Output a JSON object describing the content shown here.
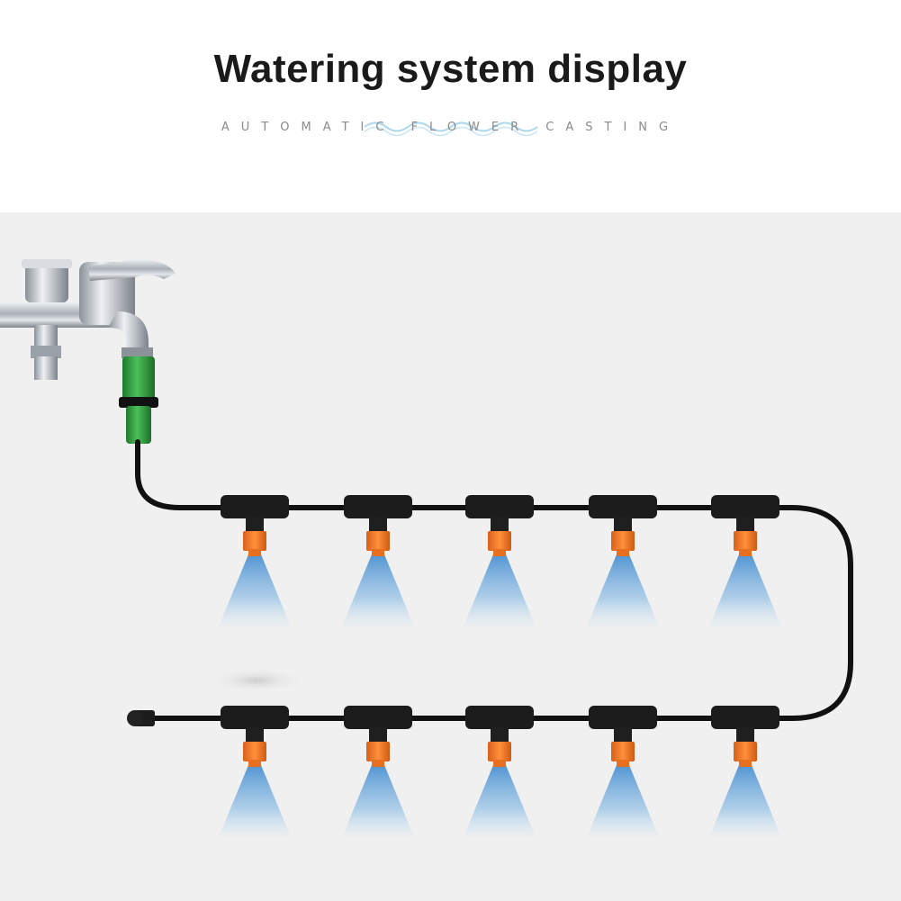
{
  "header": {
    "title": "Watering system display",
    "subtitle": "AUTOMATIC FLOWER CASTING"
  },
  "scene": {
    "colors": {
      "background": "#f0f0f0",
      "hose": "#111111",
      "connector": "#1c1c1c",
      "adapter_green": "#2e9e3e",
      "nozzle_orange": "#f07a1f",
      "spray_blue": "#5b9fd6",
      "faucet_chrome": "#b9bec4"
    },
    "top_row_nozzles": 5,
    "bottom_row_nozzles": 5
  }
}
